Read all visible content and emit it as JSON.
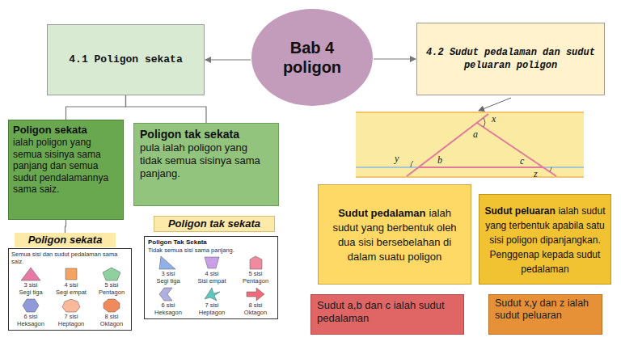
{
  "diagram": {
    "nodes": [
      {
        "text": [
          "Bab 4 poligon"
        ]
      },
      {
        "text": [
          "4.1 Poligon sekata"
        ]
      },
      {
        "text": [
          "4.2 Sudut pedalaman dan sudut peluaran poligon"
        ]
      },
      {
        "text": [
          "Poligon sekata",
          "ialah poligon yang semua sisinya sama panjang dan semua sudut pendalamannya sama saiz."
        ]
      },
      {
        "text": [
          "Poligon tak sekata",
          "pula ialah poligon yang tidak semua sisinya sama panjang."
        ]
      },
      {
        "text": [
          "Poligon sekata"
        ]
      },
      {
        "text": [
          "Poligon tak sekata"
        ]
      },
      {
        "text": [
          "Semua sisi dan sudut pedalaman sama saiz."
        ]
      },
      {
        "text": [
          "3 sisi",
          "Segi tiga"
        ],
        "in": 7
      },
      {
        "text": [
          "4 sisi",
          "Segi empat"
        ],
        "in": 7
      },
      {
        "text": [
          "5 sisi",
          "Pentagon"
        ],
        "in": 7
      },
      {
        "text": [
          "6 sisi",
          "Heksagon"
        ],
        "in": 7
      },
      {
        "text": [
          "7 sisi",
          "Heptagon"
        ],
        "in": 7
      },
      {
        "text": [
          "8 sisi",
          "Oktagon"
        ],
        "in": 7
      },
      {
        "text": [
          "Poligon Tak Sekata",
          "Tidak semua sisi sama panjang."
        ]
      },
      {
        "text": [
          "3 sisi",
          "Segi tiga"
        ],
        "in": 14
      },
      {
        "text": [
          "4 sisi",
          "Sisi empat"
        ],
        "in": 14
      },
      {
        "text": [
          "5 sisi",
          "Pentagon"
        ],
        "in": 14
      },
      {
        "text": [
          "6 sisi",
          "Heksagon"
        ],
        "in": 14
      },
      {
        "text": [
          "7 sisi",
          "Heptagon"
        ],
        "in": 14
      },
      {
        "text": [
          "8 sisi",
          "Oktagon"
        ],
        "in": 14
      },
      {
        "text": [
          "Sudut pedalaman",
          "ialah sudut yang berbentuk oleh dua sisi bersebelahan di dalam suatu poligon"
        ]
      },
      {
        "text": [
          "Sudut peluaran",
          "ialah sudut yang terbentuk apabila satu sisi poligon dipanjangkan. Penggenap kepada sudut pedalaman"
        ]
      },
      {
        "text": [
          "Sudut a,b dan c ialah sudut pedalaman"
        ]
      },
      {
        "text": [
          "Sudut x,y dan z ialah sudut peluaran"
        ]
      }
    ],
    "edges": [
      {
        "from": 0,
        "to": 1,
        "arrow": "to"
      },
      {
        "from": 0,
        "to": 2,
        "arrow": "to"
      },
      {
        "from": 1,
        "to": 3,
        "arrow": "none"
      },
      {
        "from": 1,
        "to": 4,
        "arrow": "none"
      },
      {
        "from": 3,
        "to": 5,
        "arrow": "none"
      }
    ],
    "labels": [
      "x",
      "a",
      "y",
      "b",
      "c",
      "z"
    ]
  }
}
